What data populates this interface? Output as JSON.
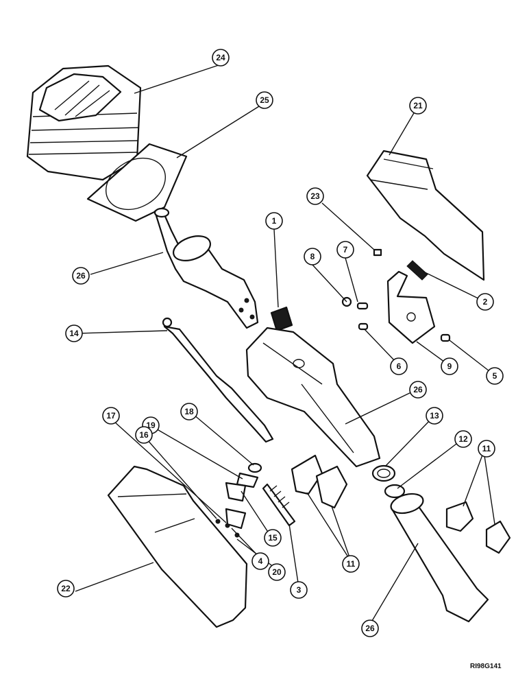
{
  "figure": {
    "reference_code": "RI98G141",
    "callouts": [
      {
        "id": "c1",
        "label": "1"
      },
      {
        "id": "c2",
        "label": "2"
      },
      {
        "id": "c3",
        "label": "3"
      },
      {
        "id": "c4",
        "label": "4"
      },
      {
        "id": "c5",
        "label": "5"
      },
      {
        "id": "c6",
        "label": "6"
      },
      {
        "id": "c7",
        "label": "7"
      },
      {
        "id": "c8",
        "label": "8"
      },
      {
        "id": "c9",
        "label": "9"
      },
      {
        "id": "c11a",
        "label": "11"
      },
      {
        "id": "c11b",
        "label": "11"
      },
      {
        "id": "c12",
        "label": "12"
      },
      {
        "id": "c13",
        "label": "13"
      },
      {
        "id": "c14",
        "label": "14"
      },
      {
        "id": "c15",
        "label": "15"
      },
      {
        "id": "c16",
        "label": "16"
      },
      {
        "id": "c17",
        "label": "17"
      },
      {
        "id": "c18",
        "label": "18"
      },
      {
        "id": "c19",
        "label": "19"
      },
      {
        "id": "c20",
        "label": "20"
      },
      {
        "id": "c21",
        "label": "21"
      },
      {
        "id": "c22",
        "label": "22"
      },
      {
        "id": "c23",
        "label": "23"
      },
      {
        "id": "c24",
        "label": "24"
      },
      {
        "id": "c25",
        "label": "25"
      },
      {
        "id": "c26a",
        "label": "26"
      },
      {
        "id": "c26b",
        "label": "26"
      },
      {
        "id": "c26c",
        "label": "26"
      }
    ]
  }
}
